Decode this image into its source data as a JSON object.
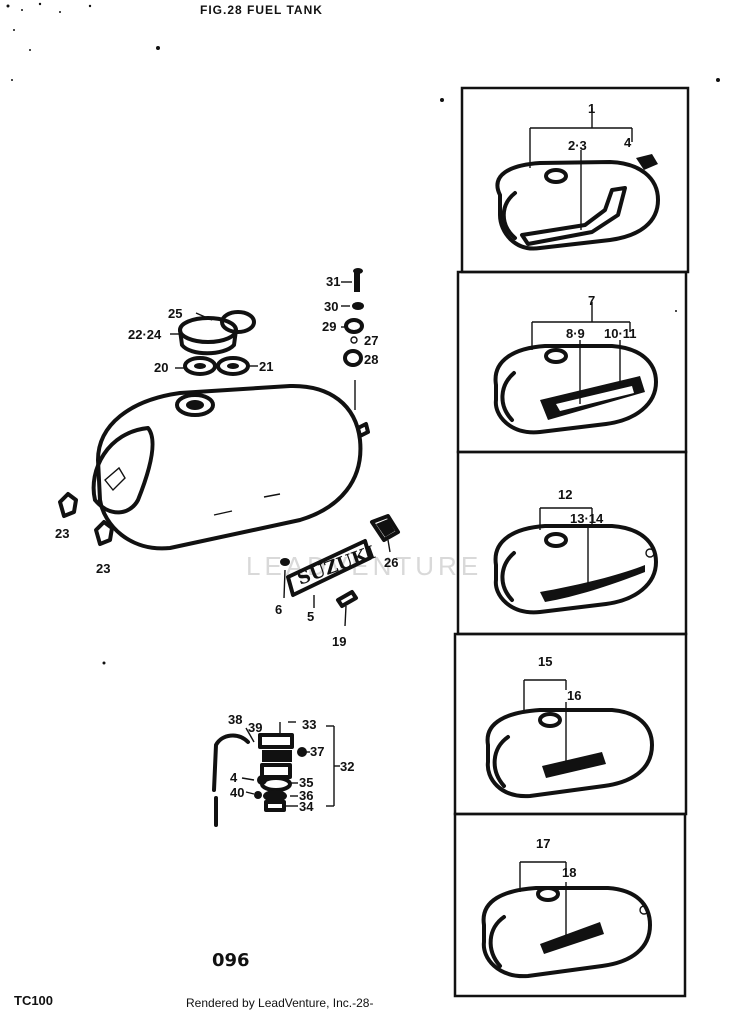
{
  "title": "FIG.28   FUEL TANK",
  "watermark": "LEADVENTURE",
  "page_code": "096",
  "model": "TC100",
  "footer": "Rendered by LeadVenture, Inc.-28-",
  "labels": {
    "l1": "1",
    "l2_3": "2·3",
    "l4": "4",
    "l7": "7",
    "l8_9": "8·9",
    "l10_11": "10·11",
    "l12": "12",
    "l13_14": "13·14",
    "l15": "15",
    "l16": "16",
    "l17": "17",
    "l18": "18",
    "l31": "31",
    "l30": "30",
    "l29": "29",
    "l27": "27",
    "l28": "28",
    "l25": "25",
    "l22_24": "22·24",
    "l20": "20",
    "l21": "21",
    "l23a": "23",
    "l23b": "23",
    "l26": "26",
    "l6": "6",
    "l5": "5",
    "l19": "19",
    "l38": "38",
    "l39": "39",
    "l33": "33",
    "l37": "37",
    "l32": "32",
    "l4b": "4",
    "l40": "40",
    "l35": "35",
    "l36": "36",
    "l34": "34"
  },
  "emblem_text": "SUZUKI"
}
